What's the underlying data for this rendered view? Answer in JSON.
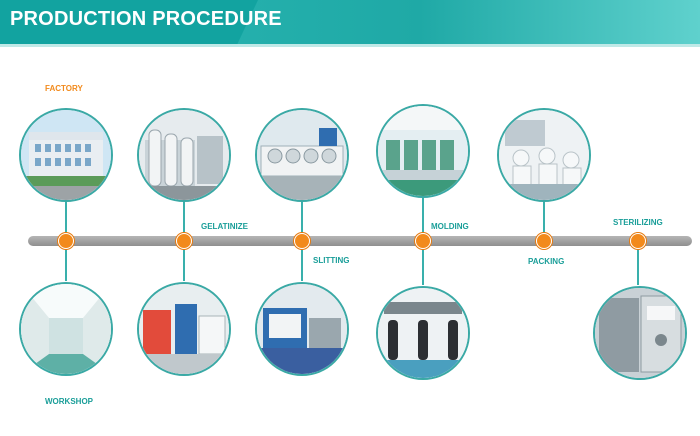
{
  "banner": {
    "title": "PRODUCTION PROCEDURE"
  },
  "stages": {
    "factory": "FACTORY",
    "workshop": "WORKSHOP",
    "gelatinize": "GELATINIZE",
    "slitting": "SLITTING",
    "molding": "MOLDING",
    "packing": "PACKING",
    "sterilizing": "STERILIZING"
  },
  "colors": {
    "accent": "#1fa9a6",
    "node": "#f28a1c",
    "factory_label": "#f28a1c",
    "timeline": "#9a9a9a"
  }
}
